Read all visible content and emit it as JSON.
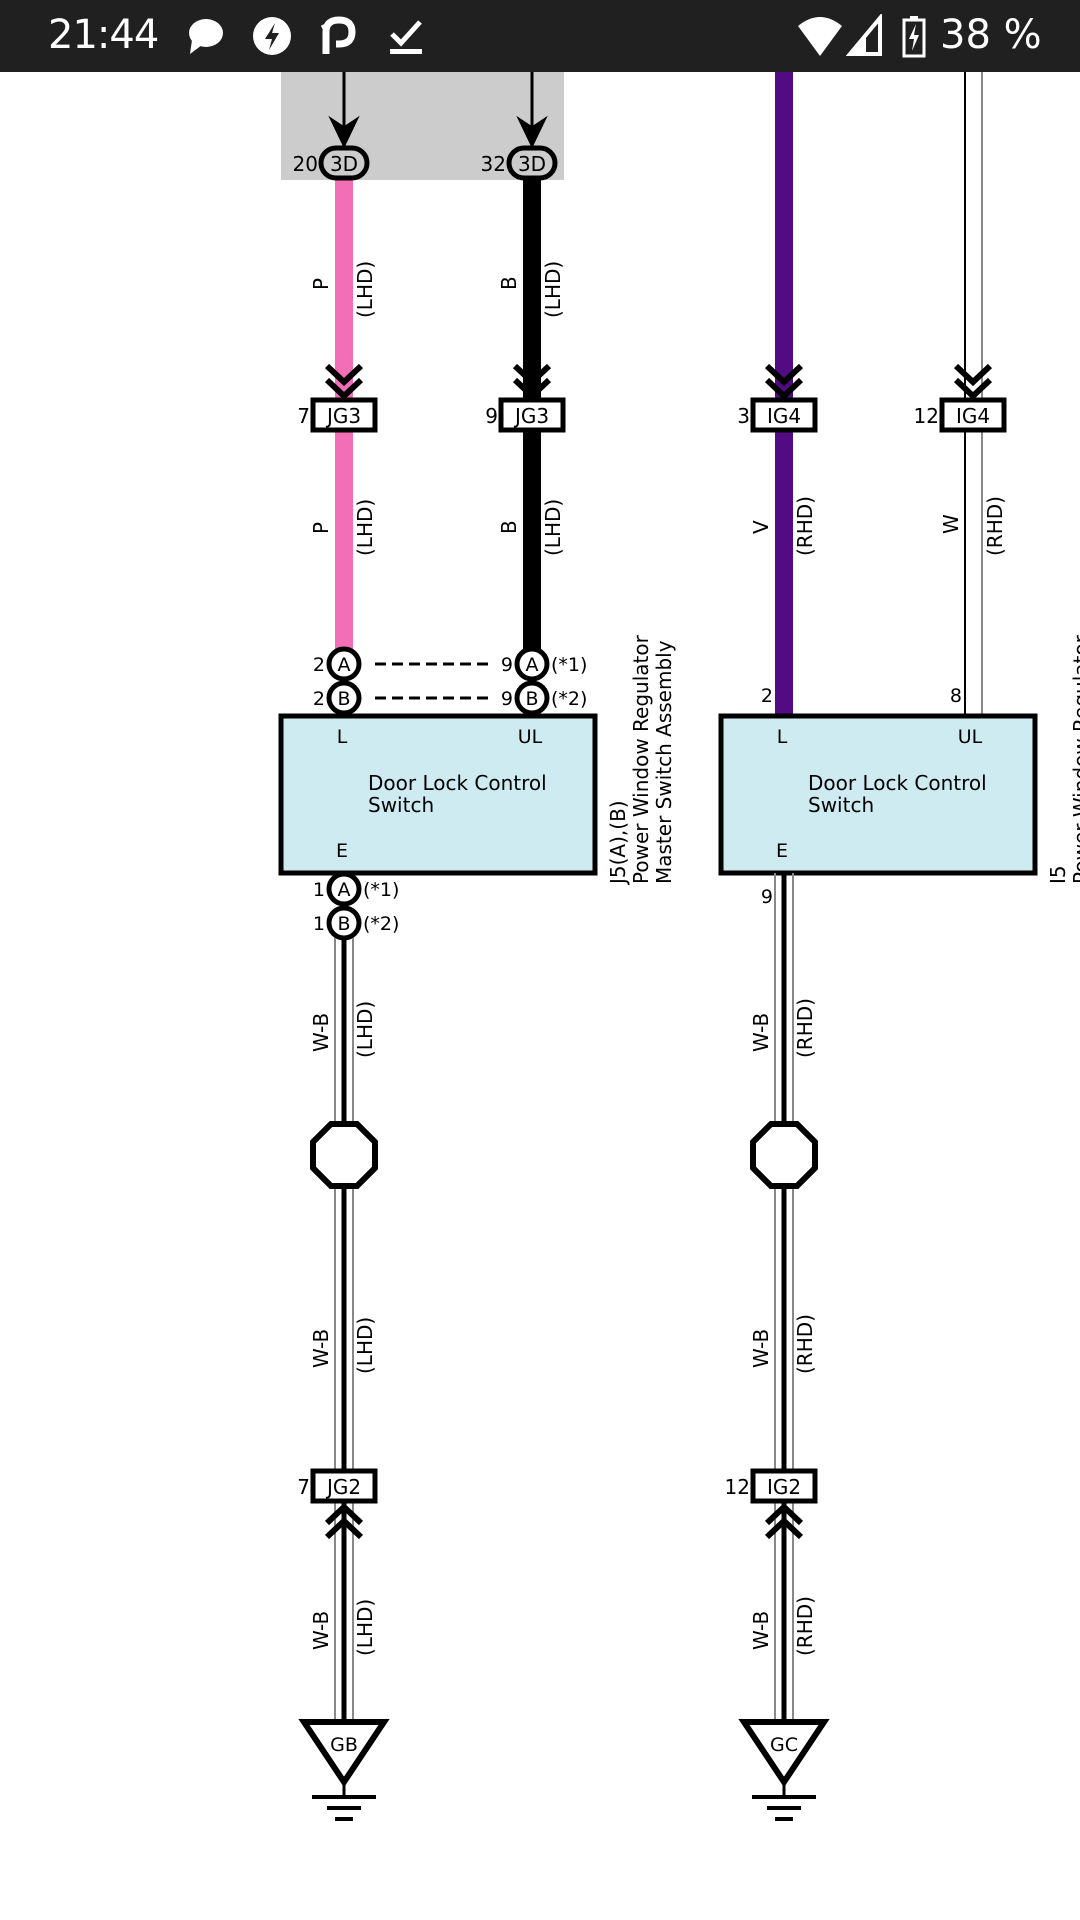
{
  "status_bar": {
    "time": "21:44",
    "notification_icons": [
      "chat-bubble-icon",
      "power-saver-icon",
      "p-app-icon",
      "download-done-icon"
    ],
    "system_icons": [
      "wifi-icon",
      "cell-signal-icon",
      "battery-charging-icon"
    ],
    "battery_percent": "38 %"
  },
  "colors": {
    "status_bar_bg": "#202020",
    "shaded_region": "#cccccc",
    "wire_pink": "#f26eb7",
    "wire_black": "#000000",
    "wire_violet": "#520b82",
    "component_fill": "#cdebf1"
  },
  "diagram": {
    "top_connectors": [
      {
        "pin": "20",
        "id": "3D"
      },
      {
        "pin": "32",
        "id": "3D"
      }
    ],
    "upper_wires": [
      {
        "color_code": "P",
        "variant": "(LHD)"
      },
      {
        "color_code": "B",
        "variant": "(LHD)"
      }
    ],
    "junction_connectors": [
      {
        "pin": "7",
        "id": "JG3"
      },
      {
        "pin": "9",
        "id": "JG3"
      },
      {
        "pin": "3",
        "id": "IG4"
      },
      {
        "pin": "12",
        "id": "IG4"
      }
    ],
    "mid_wires": [
      {
        "color_code": "P",
        "variant": "(LHD)"
      },
      {
        "color_code": "B",
        "variant": "(LHD)"
      },
      {
        "color_code": "V",
        "variant": "(RHD)"
      },
      {
        "color_code": "W",
        "variant": "(RHD)"
      }
    ],
    "left_component": {
      "pins_top": [
        {
          "pin": "2",
          "conn": "A",
          "pin2": "9",
          "conn2": "A",
          "note": "(*1)"
        },
        {
          "pin": "2",
          "conn": "B",
          "pin2": "9",
          "conn2": "B",
          "note": "(*2)"
        }
      ],
      "terminal_l": "L",
      "terminal_ul": "UL",
      "terminal_e": "E",
      "name_line1": "Door Lock Control",
      "name_line2": "Switch",
      "pins_bottom": [
        {
          "pin": "1",
          "conn": "A",
          "note": "(*1)"
        },
        {
          "pin": "1",
          "conn": "B",
          "note": "(*2)"
        }
      ],
      "ref": "J5(A),(B)",
      "title_line1": "Power Window Regulator",
      "title_line2": "Master Switch Assembly"
    },
    "right_component": {
      "pin_l": "2",
      "pin_ul": "8",
      "pin_e": "9",
      "terminal_l": "L",
      "terminal_ul": "UL",
      "terminal_e": "E",
      "name_line1": "Door Lock Control",
      "name_line2": "Switch",
      "ref": "I5",
      "title_partial": "Power Window Regulator"
    },
    "ground_wires_left": [
      {
        "color_code": "W-B",
        "variant": "(LHD)"
      },
      {
        "color_code": "W-B",
        "variant": "(LHD)"
      },
      {
        "color_code": "W-B",
        "variant": "(LHD)"
      }
    ],
    "ground_wires_right": [
      {
        "color_code": "W-B",
        "variant": "(RHD)"
      },
      {
        "color_code": "W-B",
        "variant": "(RHD)"
      },
      {
        "color_code": "W-B",
        "variant": "(RHD)"
      }
    ],
    "lower_connectors": [
      {
        "pin": "7",
        "id": "JG2"
      },
      {
        "pin": "12",
        "id": "IG2"
      }
    ],
    "grounds": [
      {
        "id": "GB"
      },
      {
        "id": "GC"
      }
    ]
  }
}
